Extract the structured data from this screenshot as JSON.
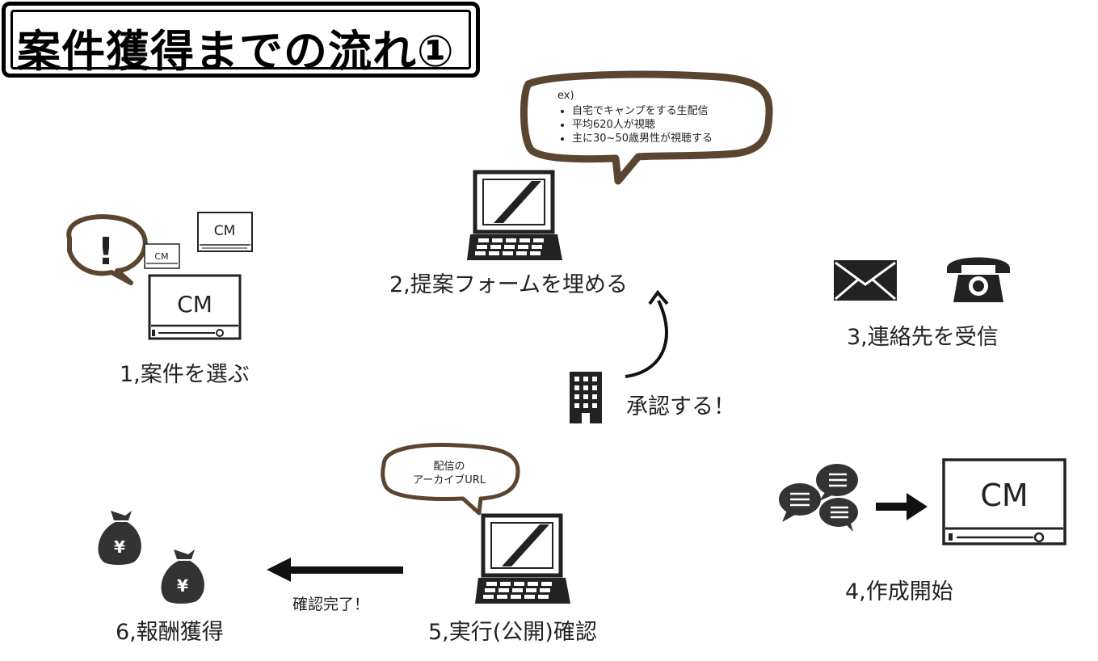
{
  "title": "案件獲得までの流れ①",
  "steps": {
    "step1": "1,案件を選ぶ",
    "step2": "2,提案フォームを埋める",
    "step3": "3,連絡先を受信",
    "step4": "4,作成開始",
    "step5": "5,実行(公開)確認",
    "step6": "6,報酬獲得"
  },
  "approve_label": "承認する！",
  "confirm_label": "確認完了！",
  "bubble_example": {
    "heading": "ex)",
    "items": [
      "自宅でキャンプをする生配信",
      "平均620人が視聴",
      "主に30~50歳男性が視聴する"
    ]
  },
  "bubble_archive": {
    "line1": "配信の",
    "line2": "アーカイブURL"
  },
  "icons": {
    "exclamation": "!",
    "cm": "CM",
    "yen": "¥"
  },
  "colors": {
    "bubble_border": "#5a4630",
    "icon": "#222222"
  }
}
